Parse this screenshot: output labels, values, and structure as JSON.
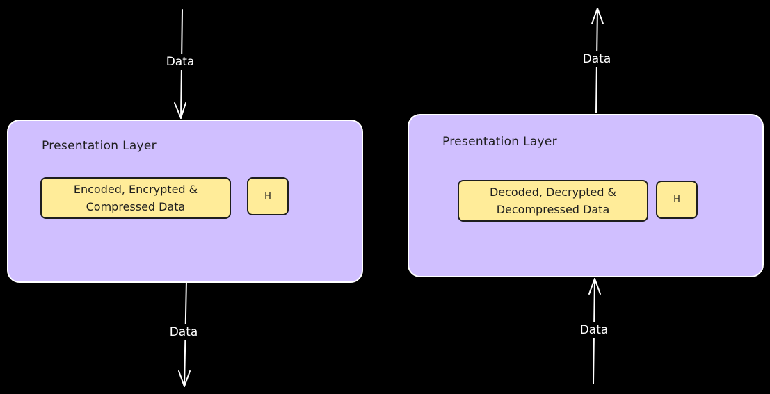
{
  "left": {
    "layer_title": "Presentation Layer",
    "data_box_line1": "Encoded, Encrypted &",
    "data_box_line2": "Compressed Data",
    "header_label": "H",
    "top_arrow_label": "Data",
    "bottom_arrow_label": "Data"
  },
  "right": {
    "layer_title": "Presentation Layer",
    "data_box_line1": "Decoded, Decrypted &",
    "data_box_line2": "Decompressed Data",
    "header_label": "H",
    "top_arrow_label": "Data",
    "bottom_arrow_label": "Data"
  },
  "colors": {
    "background": "#000000",
    "layer_fill": "#d0bfff",
    "box_fill": "#ffec99",
    "stroke": "#ffffff",
    "ink": "#1e1e1e"
  }
}
